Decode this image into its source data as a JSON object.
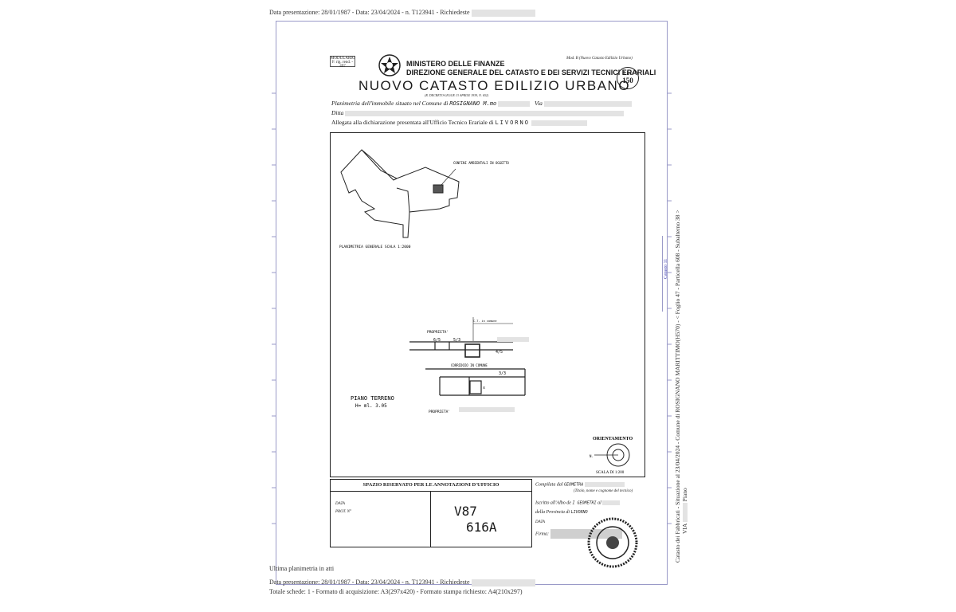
{
  "header_top": "Data presentazione: 28/01/1987 - Data: 23/04/2024 - n. T123941 - Richiedeste",
  "form_tag_line1": "MODULARIO",
  "form_tag_line2": "F. rig. rend. - 497",
  "ministry": "MINISTERO DELLE FINANZE",
  "direction": "DIREZIONE GENERALE DEL CATASTO E DEI SERVIZI TECNICI ERARIALI",
  "model": "Mod. B (Nuovo Catasto Edilizio Urbano)",
  "lire_label": "Lire",
  "lire_value": "150",
  "main_title": "NUOVO CATASTO EDILIZIO URBANO",
  "decree": "(R. DECRETO-LEGGE 13 APRILE 1939, N. 652)",
  "planimetria_label": "Planimetria dell'immobile situato nel Comune di",
  "comune_hand": "ROSIGNANO M.mo",
  "via_label": "Via",
  "ditta_label": "Ditta",
  "allegata_label": "Allegata alla dichiarazione presentata all'Ufficio Tecnico Erariale di",
  "ufficio_hand": "LIVORNO",
  "drawing": {
    "confini_note": "CONFINI AMBIENTALI IN OGGETTO",
    "general_label": "PLANIMETRIA GENERALE   SCALA 1:2000",
    "proprieta_top": "PROPRIETA'",
    "corte_note": "C.T. in comune",
    "dim_a": "6/5",
    "dim_b": "5/3",
    "dim_c": "4/5",
    "dim_d": "3/3",
    "corridoio": "CORRIDOIO IN COMUNE",
    "mark_x": "x",
    "piano_line1": "PIANO TERRENO",
    "piano_line2": "H= ml. 3.05",
    "proprieta_bottom": "PROPRIETA'",
    "orientamento": "ORIENTAMENTO",
    "north": "N.",
    "scala": "SCALA DI 1:200"
  },
  "footer_box": {
    "spazio_label": "SPAZIO RISERVATO PER LE ANNOTAZIONI D'UFFICIO",
    "data_label": "DATA",
    "prot_label": "PROT. N°",
    "hand_line1": "V87",
    "hand_line2": "616A",
    "compilata_label": "Compilata dal",
    "compilata_hand": "GEOMETRA",
    "compilata_note": "(Titolo, nome e cognome del tecnico)",
    "iscritto_label": "Iscritto all'Albo de",
    "iscritto_hand": "I GEOMETRI",
    "al_label": "al",
    "provincia_label": "della Provincia di",
    "provincia_hand": "LIVORNO",
    "data_label2": "DATA",
    "firma_label": "Firma:"
  },
  "side_text_1": "Catasto dei Fabbricati - Situazione al 23/04/2024 - Comune di ROSIGNANO MARITTIMO(H570) - < Foglio 47 - Particella 608 - Subalterno 38 >",
  "side_text_2": "VIA",
  "side_text_2b": "Piano",
  "side_blue": "Catasto 11",
  "ultima": "Ultima planimetria in atti",
  "footer_line1": "Data presentazione: 28/01/1987 - Data: 23/04/2024 - n. T123941 - Richiedeste",
  "footer_line2": "Totale schede: 1 - Formato di acquisizione: A3(297x420) - Formato stampa richiesto: A4(210x297)"
}
